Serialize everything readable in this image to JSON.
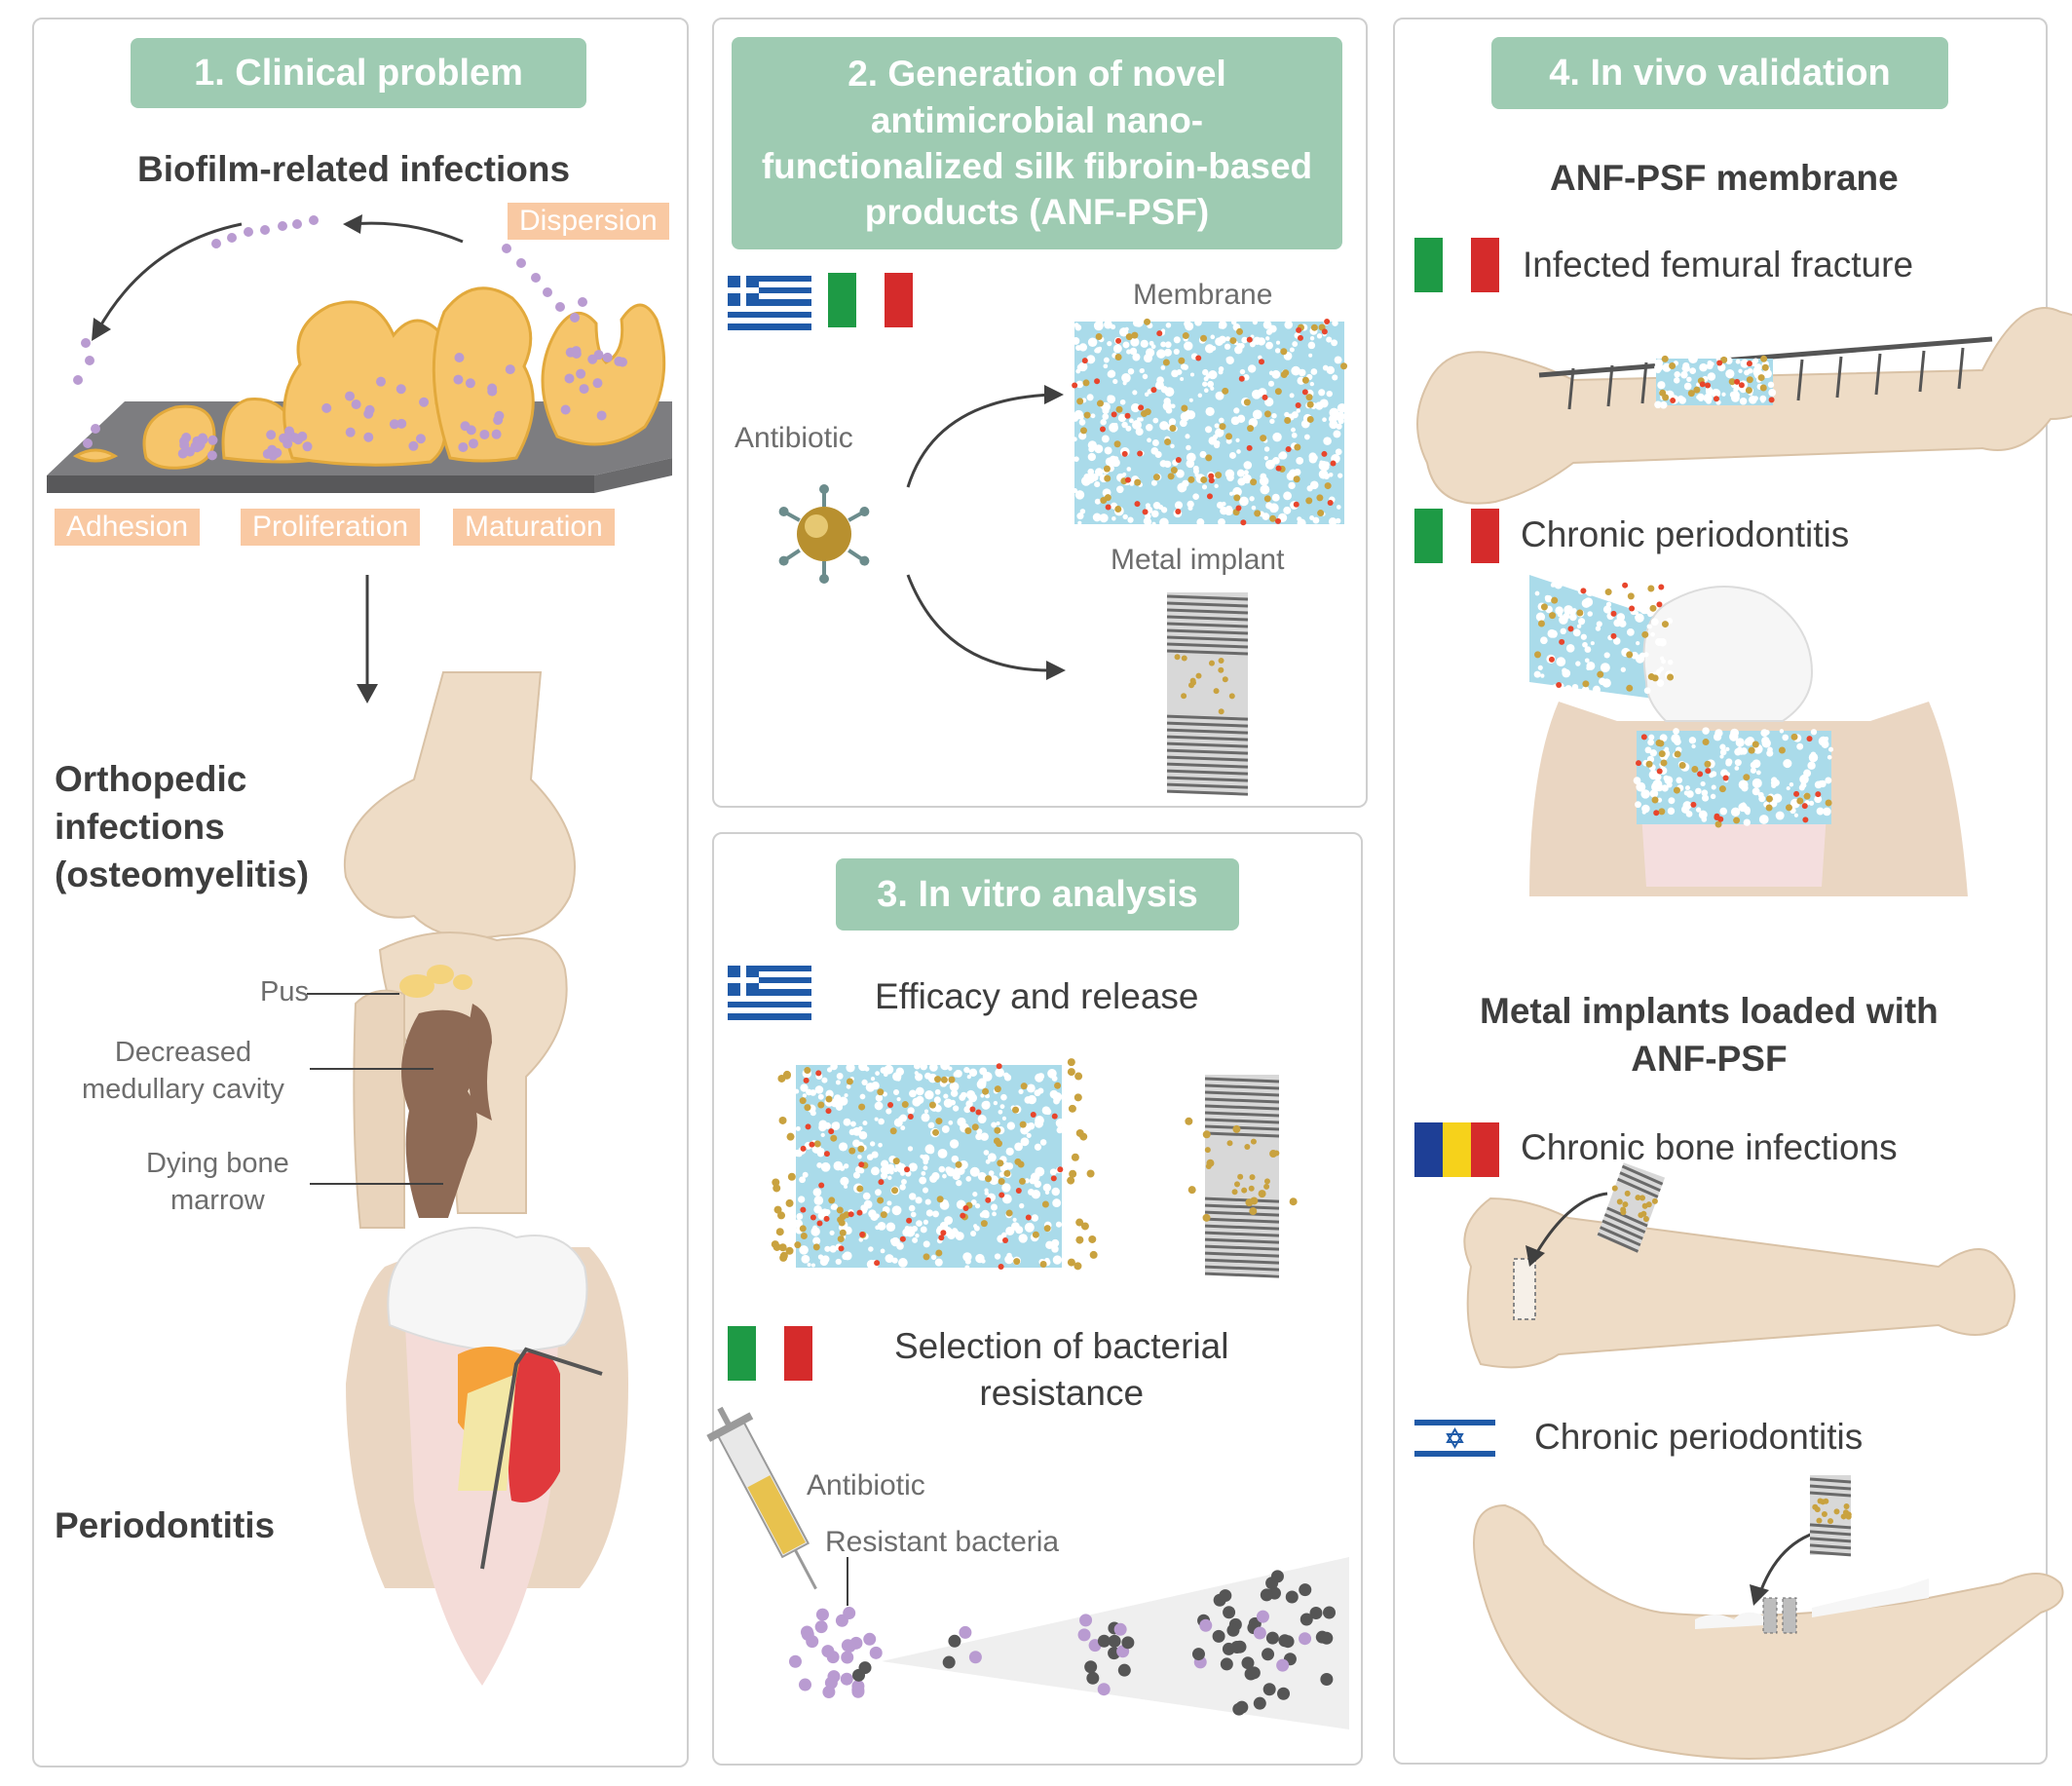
{
  "colors": {
    "header_green": "#9ecbb2",
    "stage_peach": "#f9c9a3",
    "bone": "#eddccb",
    "matrix_blue": "#aadbea",
    "bacteria_purple": "#b99bd1",
    "particle_gold": "#c9a23f",
    "marker_red": "#e8452c"
  },
  "panel1": {
    "title": "1. Clinical problem",
    "biofilm_heading": "Biofilm-related infections",
    "stages": {
      "dispersion": "Dispersion",
      "adhesion": "Adhesion",
      "proliferation": "Proliferation",
      "maturation": "Maturation"
    },
    "orthopedic_heading": [
      "Orthopedic",
      "infections",
      "(osteomyelitis)"
    ],
    "labels": {
      "pus": "Pus",
      "medullary": [
        "Decreased",
        "medullary cavity"
      ],
      "marrow": [
        "Dying bone",
        "marrow"
      ]
    },
    "periodontitis_heading": "Periodontitis"
  },
  "panel2": {
    "title": [
      "2. Generation of novel",
      "antimicrobial nano-",
      "functionalized silk fibroin-based",
      "products (ANF-PSF)"
    ],
    "flags": [
      "greece-flag",
      "italy-flag"
    ],
    "antibiotic_label": "Antibiotic",
    "membrane_label": "Membrane",
    "implant_label": "Metal implant"
  },
  "panel3": {
    "title": "3. In vitro analysis",
    "efficacy_label": "Efficacy and release",
    "selection_label": [
      "Selection of bacterial",
      "resistance"
    ],
    "antibiotic_label": "Antibiotic",
    "resistant_label": "Resistant bacteria"
  },
  "panel4": {
    "title": "4. In vivo validation",
    "membrane_heading": "ANF-PSF membrane",
    "femoral_label": "Infected femural fracture",
    "perio_label": "Chronic periodontitis",
    "implants_heading": [
      "Metal implants loaded with",
      "ANF-PSF"
    ],
    "bone_inf_label": "Chronic bone infections",
    "perio_label_2": "Chronic periodontitis"
  }
}
